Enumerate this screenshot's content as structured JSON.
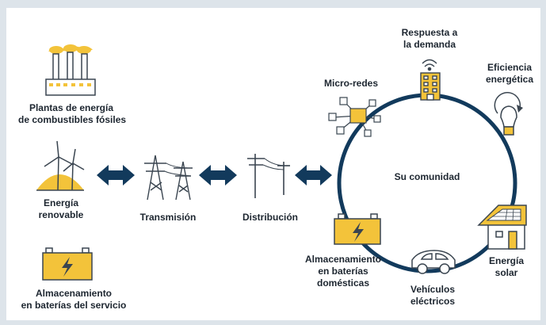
{
  "labels": {
    "fossil": [
      "Plantas de energía",
      "de combustibles fósiles"
    ],
    "renewable": [
      "Energía",
      "renovable"
    ],
    "utility_storage": [
      "Almacenamiento",
      "en baterías del servicio"
    ],
    "transmission": "Transmisión",
    "distribution": "Distribución",
    "community": "Su comunidad",
    "microgrids": "Micro-redes",
    "demand_response": [
      "Respuesta a",
      "la demanda"
    ],
    "efficiency": [
      "Eficiencia",
      "energética"
    ],
    "solar": [
      "Energía",
      "solar"
    ],
    "ev": [
      "Vehículos",
      "eléctricos"
    ],
    "home_storage": [
      "Almacenamiento",
      "en baterías",
      "domésticas"
    ]
  },
  "colors": {
    "navy": "#123a5c",
    "yellow": "#f3c33a",
    "outline": "#3a4550",
    "text": "#1d2630"
  }
}
